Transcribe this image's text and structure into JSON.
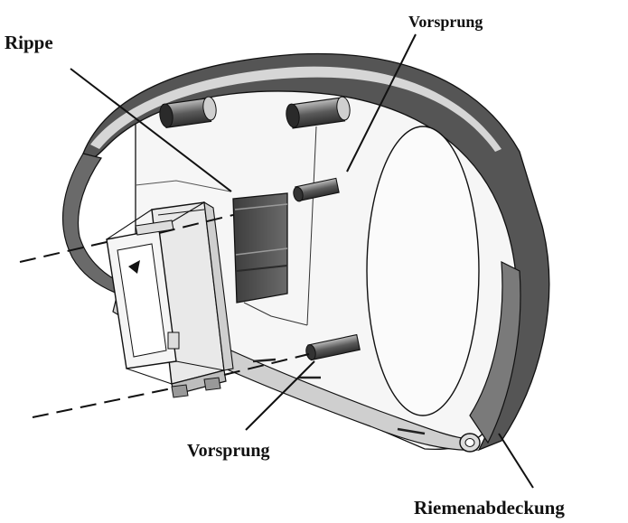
{
  "labels": {
    "rippe": "Rippe",
    "vorsprung_top": "Vorsprung",
    "vorsprung_bottom": "Vorsprung",
    "riemenabdeckung": "Riemenabdeckung"
  },
  "colors": {
    "ink": "#111111",
    "band_dark": "#5b5b5b",
    "band_mid": "#8a8a8a",
    "band_light": "#d2d2d2",
    "surface": "#f4f4f4",
    "boss": "#6e6e6e",
    "rib": "#4a4a4a"
  }
}
